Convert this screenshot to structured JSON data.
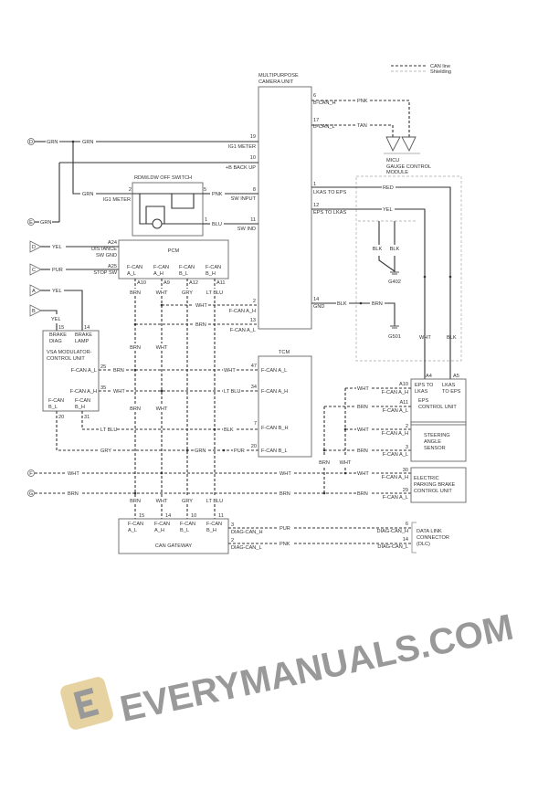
{
  "legend": {
    "can_line": "CAN line",
    "shielding": "Shielding"
  },
  "connectors": {
    "d": "D",
    "e": "E",
    "c": "C",
    "a": "A",
    "b": "B",
    "f": "F",
    "g": "G"
  },
  "camera": {
    "title1": "MULTIPURPOSE",
    "title2": "CAMERA UNIT",
    "pins": [
      {
        "num": "19",
        "name": "IG1 METER"
      },
      {
        "num": "10",
        "name": "+B BACK UP"
      },
      {
        "num": "8",
        "name": "SW INPUT"
      },
      {
        "num": "11",
        "name": "SW IND"
      },
      {
        "num": "6",
        "name": "B-CAN_H"
      },
      {
        "num": "17",
        "name": "B-CAN_L"
      },
      {
        "num": "1",
        "name": "LKAS TO EPS"
      },
      {
        "num": "12",
        "name": "EPS TO LKAS"
      },
      {
        "num": "14",
        "name": "GND"
      },
      {
        "num": "2",
        "name": "F-CAN A_H"
      },
      {
        "num": "13",
        "name": "F-CAN A_L"
      }
    ]
  },
  "switch": {
    "title": "RDM/LDW OFF SWITCH",
    "pin2": "2",
    "pin2_name": "IG1 METER",
    "pin5": "5",
    "pin1": "1"
  },
  "micu": {
    "line1": "MICU",
    "line2": "GAUGE CONTROL",
    "line3": "MODULE"
  },
  "grounds": {
    "g402": "G402",
    "g501": "G501"
  },
  "pcm": {
    "title": "PCM",
    "a24": "A24",
    "a24_name1": "DISTANCE",
    "a24_name2": "SW GND",
    "a25": "A25",
    "a25_name": "STOP SW",
    "pins": [
      {
        "l1": "F-CAN",
        "l2": "A_L",
        "num": "A10"
      },
      {
        "l1": "F-CAN",
        "l2": "A_H",
        "num": "A9"
      },
      {
        "l1": "F-CAN",
        "l2": "B_L",
        "num": "A12"
      },
      {
        "l1": "F-CAN",
        "l2": "B_H",
        "num": "A11"
      }
    ]
  },
  "vsa": {
    "title1": "VSA MODULATOR-",
    "title2": "CONTROL UNIT",
    "p15": "15",
    "p14": "14",
    "diag1": "BRAKE",
    "diag2": "DIAG",
    "lamp1": "BRAKE",
    "lamp2": "LAMP",
    "p25": "25",
    "p25_name": "F-CAN A_L",
    "p35": "35",
    "p35_name": "F-CAN A_H",
    "bl1": "F-CAN",
    "bl2": "B_L",
    "bh1": "F-CAN",
    "bh2": "B_H",
    "p20": "20",
    "p31": "31"
  },
  "tcm": {
    "title": "TCM",
    "pins": [
      {
        "num": "47",
        "name": "F-CAN A_L"
      },
      {
        "num": "34",
        "name": "F-CAN A_H"
      },
      {
        "num": "7",
        "name": "F-CAN B_H"
      },
      {
        "num": "20",
        "name": "F-CAN B_L"
      }
    ]
  },
  "eps": {
    "a4": "A4",
    "a5": "A5",
    "a4_1": "EPS TO",
    "a4_2": "LKAS",
    "a5_1": "LKAS",
    "a5_2": "TO EPS",
    "t1": "EPS",
    "t2": "CONTROL UNIT",
    "a10": "A10",
    "a10_name": "F-CAN A_H",
    "a11": "A11",
    "a11_name": "F-CAN A_L"
  },
  "sas": {
    "t1": "STEERING",
    "t2": "ANGLE",
    "t3": "SENSOR",
    "p2": "2",
    "p2_name": "F-CAN A_H",
    "p3": "3",
    "p3_name": "F-CAN A_L"
  },
  "epb": {
    "t1": "ELECTRIC",
    "t2": "PARKING BRAKE",
    "t3": "CONTROL UNIT",
    "p30": "30",
    "p30_name": "F-CAN A_H",
    "p29": "29",
    "p29_name": "F-CAN A_L"
  },
  "gateway": {
    "title": "CAN GATEWAY",
    "pins": [
      {
        "l1": "F-CAN",
        "l2": "A_L",
        "num": "15"
      },
      {
        "l1": "F-CAN",
        "l2": "A_H",
        "num": "14"
      },
      {
        "l1": "F-CAN",
        "l2": "B_L",
        "num": "10"
      },
      {
        "l1": "F-CAN",
        "l2": "B_H",
        "num": "11"
      }
    ],
    "p3": "3",
    "p3_name": "DIAG-CAN_H",
    "p2": "2",
    "p2_name": "DIAG-CAN_L"
  },
  "dlc": {
    "t1": "DATA LINK",
    "t2": "CONNECTOR",
    "t3": "(DLC)",
    "p6": "6",
    "p6_name": "DIAG-CAN_H",
    "p14": "14",
    "p14_name": "DIAG-CAN_L"
  },
  "wire_colors": {
    "grn": "GRN",
    "pnk": "PNK",
    "blu": "BLU",
    "tan": "TAN",
    "red": "RED",
    "yel": "YEL",
    "blk": "BLK",
    "brn": "BRN",
    "wht": "WHT",
    "gry": "GRY",
    "ltblu": "LT BLU",
    "pur": "PUR"
  },
  "watermark": "EVERYMANUALS.COM"
}
